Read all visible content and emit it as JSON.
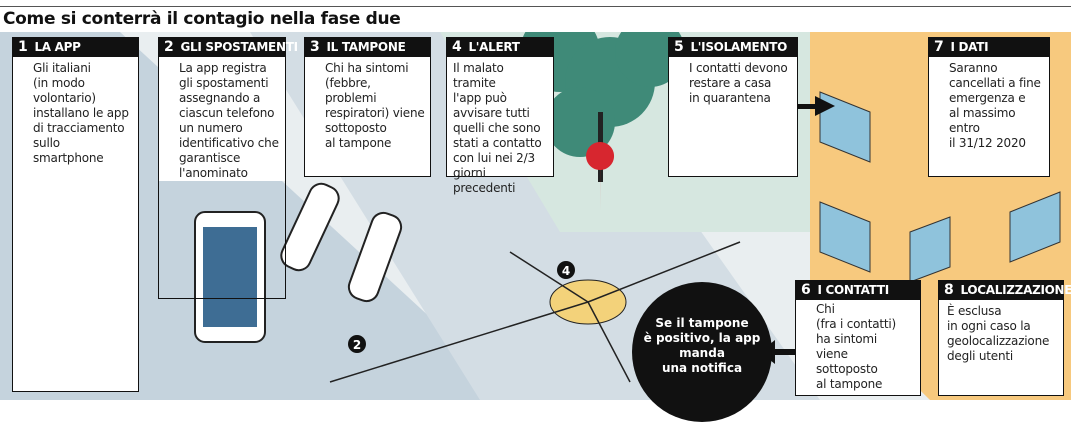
{
  "title": "Come si conterrà il contagio nella fase due",
  "steps": [
    {
      "num": "1",
      "title": "LA APP",
      "text": "Gli italiani\n(in modo\nvolontario)\ninstallano le app\ndi tracciamento\nsullo\nsmartphone"
    },
    {
      "num": "2",
      "title": "GLI SPOSTAMENTI",
      "text": "La app registra\ngli spostamenti\nassegnando a\nciascun telefono\nun numero\nidentificativo che\ngarantisce\nl'anominato"
    },
    {
      "num": "3",
      "title": "IL TAMPONE",
      "text": "Chi ha sintomi\n(febbre,\nproblemi\nrespiratori) viene\nsottoposto\nal tampone"
    },
    {
      "num": "4",
      "title": "L'ALERT",
      "text": "Il malato tramite\nl'app può\navvisare tutti\nquelli che sono\nstati a contatto\ncon lui nei 2/3\ngiorni precedenti"
    },
    {
      "num": "5",
      "title": "L'ISOLAMENTO",
      "text": "I contatti devono\nrestare a casa\nin quarantena"
    },
    {
      "num": "6",
      "title": "I CONTATTI",
      "text": "Chi\n(fra i contatti)\nha sintomi\nviene\nsottoposto\nal tampone"
    },
    {
      "num": "7",
      "title": "I DATI",
      "text": "Saranno\ncancellati a fine\nemergenza e\nal massimo entro\nil 31/12 2020"
    },
    {
      "num": "8",
      "title": "LOCALIZZAZIONE",
      "text": "È esclusa\nin ogni caso la\ngeolocalizzazione\ndegli utenti"
    }
  ],
  "notification": "Se il tampone\nè positivo, la app\nmanda\nuna notifica",
  "markers": [
    "2",
    "4"
  ],
  "colors": {
    "building": "#f7c97e",
    "window": "#8fc3dc",
    "tree": "#3f8a78",
    "pin": "#d7262f",
    "street": "#b8c9d6"
  }
}
